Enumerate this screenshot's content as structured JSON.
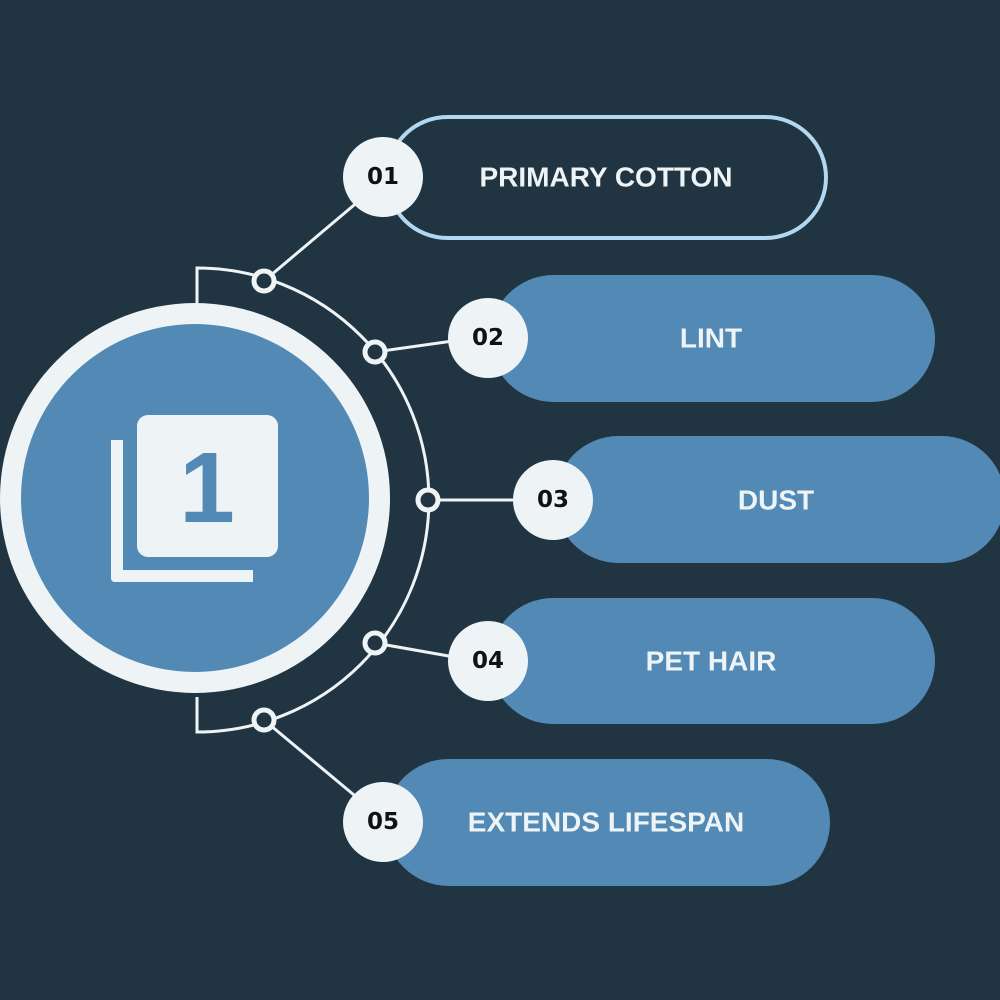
{
  "center": {
    "icon": "filter-1-icon",
    "digit": "1"
  },
  "colors": {
    "background": "#203442",
    "accent": "#5289b5",
    "light": "#eef4f6",
    "outline": "#b3d7f0"
  },
  "items": [
    {
      "number": "01",
      "label": "PRIMARY COTTON"
    },
    {
      "number": "02",
      "label": "LINT"
    },
    {
      "number": "03",
      "label": "DUST"
    },
    {
      "number": "04",
      "label": "PET HAIR"
    },
    {
      "number": "05",
      "label": "EXTENDS LIFESPAN"
    }
  ]
}
